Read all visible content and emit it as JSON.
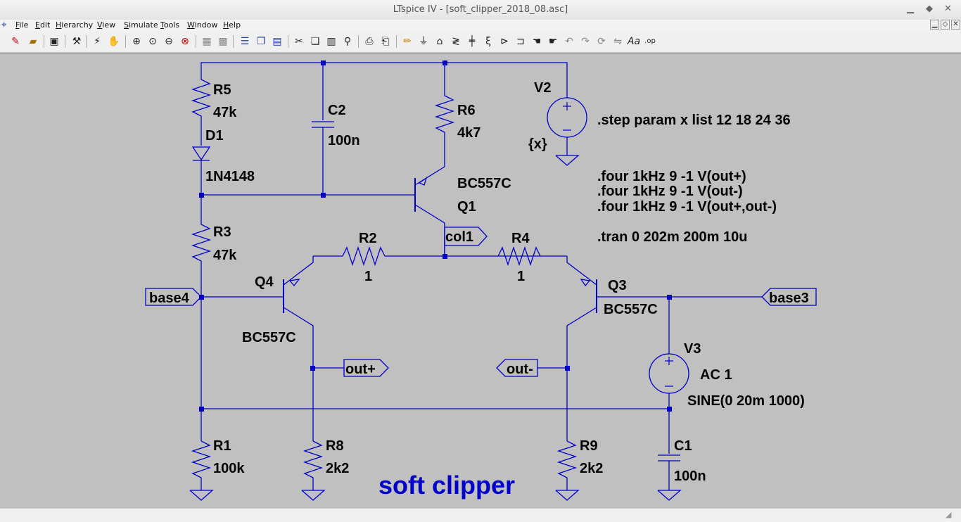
{
  "window": {
    "title": "LTspice IV - [soft_clipper_2018_08.asc]"
  },
  "menu": [
    "File",
    "Edit",
    "Hierarchy",
    "View",
    "Simulate",
    "Tools",
    "Window",
    "Help"
  ],
  "toolbar_icons": [
    "new-schematic",
    "open",
    "save",
    "control-panel",
    "run",
    "halt",
    "zoom-in",
    "pan",
    "zoom-out",
    "cancel",
    "autorange",
    "zoom-extents",
    "tile-horizontal",
    "cascade",
    "tile",
    "cut",
    "copy",
    "paste",
    "find",
    "print-preview",
    "print",
    "draw-wire",
    "ground",
    "label-net",
    "resistor",
    "capacitor",
    "inductor",
    "diode",
    "component",
    "move",
    "drag",
    "undo",
    "redo",
    "rotate",
    "mirror",
    "text",
    "spice-directive"
  ],
  "schematic": {
    "components": {
      "R5": {
        "name": "R5",
        "value": "47k"
      },
      "D1": {
        "name": "D1",
        "value": "1N4148"
      },
      "C2": {
        "name": "C2",
        "value": "100n"
      },
      "R6": {
        "name": "R6",
        "value": "4k7"
      },
      "V2": {
        "name": "V2",
        "value": "{x}"
      },
      "Q1": {
        "name": "Q1",
        "value": "BC557C"
      },
      "R3": {
        "name": "R3",
        "value": "47k"
      },
      "R2": {
        "name": "R2",
        "value": "1"
      },
      "R4": {
        "name": "R4",
        "value": "1"
      },
      "Q4": {
        "name": "Q4",
        "value": "BC557C"
      },
      "Q3": {
        "name": "Q3",
        "value": "BC557C"
      },
      "V3": {
        "name": "V3",
        "value": "AC 1",
        "value2": "SINE(0 20m 1000)"
      },
      "R1": {
        "name": "R1",
        "value": "100k"
      },
      "R8": {
        "name": "R8",
        "value": "2k2"
      },
      "R9": {
        "name": "R9",
        "value": "2k2"
      },
      "C1": {
        "name": "C1",
        "value": "100n"
      }
    },
    "net_labels": {
      "col1": "col1",
      "base4": "base4",
      "base3": "base3",
      "out_plus": "out+",
      "out_minus": "out-"
    },
    "directives": {
      "step": ".step param x list 12 18 24 36",
      "four1": ".four 1kHz 9 -1 V(out+)",
      "four2": ".four 1kHz 9 -1 V(out-)",
      "four3": ".four 1kHz 9 -1 V(out+,out-)",
      "tran": ".tran 0 202m 200m 10u"
    },
    "comment": "soft clipper"
  },
  "colors": {
    "wire": "#0000c8",
    "background": "#c0c0c0"
  }
}
